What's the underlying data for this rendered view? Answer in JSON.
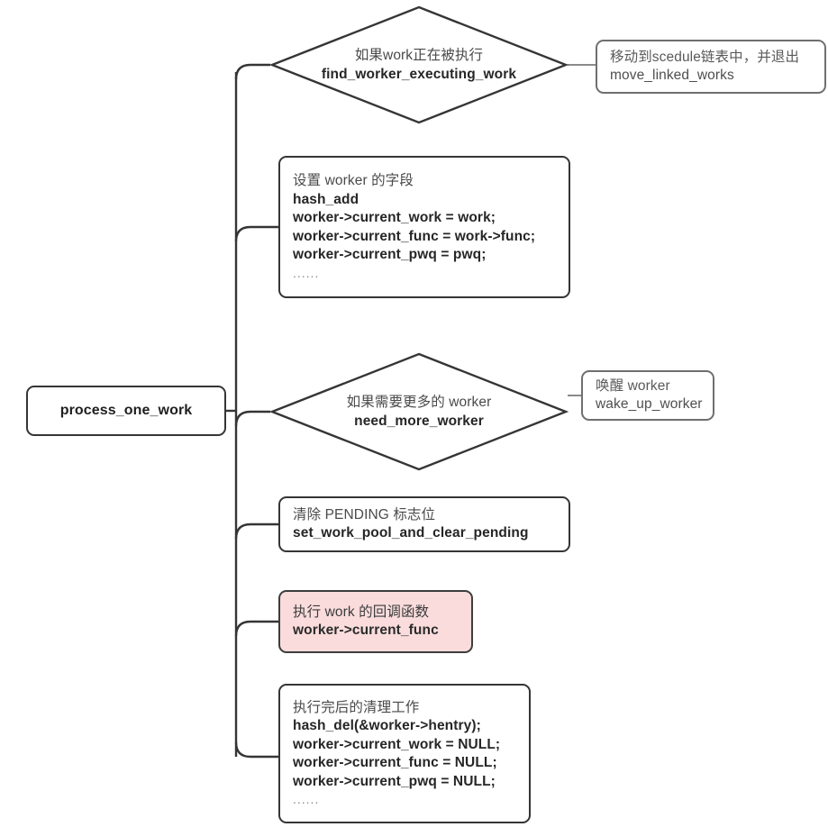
{
  "diagram": {
    "title": "process_one_work flow",
    "colors": {
      "stroke_dark": "#353535",
      "stroke_light": "#6f6f6f",
      "highlight_fill": "#fadcdc",
      "text_dark": "#262626",
      "text_muted": "#4a4a4a",
      "background": "#ffffff"
    },
    "root": {
      "label": "process_one_work"
    },
    "nodes": {
      "decision_executing": {
        "shape": "diamond",
        "line1": "如果work正在被执行",
        "line2": "find_worker_executing_work"
      },
      "move_linked_works": {
        "shape": "rounded-rect",
        "line1": "移动到scedule链表中，并退出",
        "line2": "move_linked_works"
      },
      "set_worker_fields": {
        "shape": "rounded-rect",
        "line1": "设置 worker 的字段",
        "line2": "hash_add",
        "line3": "worker->current_work = work;",
        "line4": "worker->current_func = work->func;",
        "line5": "worker->current_pwq = pwq;",
        "line6": "......"
      },
      "decision_need_more_worker": {
        "shape": "diamond",
        "line1": "如果需要更多的 worker",
        "line2": "need_more_worker"
      },
      "wake_up_worker": {
        "shape": "rounded-rect",
        "line1": "唤醒 worker",
        "line2": "wake_up_worker"
      },
      "clear_pending": {
        "shape": "rounded-rect",
        "line1": "清除 PENDING 标志位",
        "line2": "set_work_pool_and_clear_pending"
      },
      "run_callback": {
        "shape": "rounded-rect",
        "highlighted": true,
        "line1": "执行 work 的回调函数",
        "line2": "worker->current_func"
      },
      "cleanup": {
        "shape": "rounded-rect",
        "line1": "执行完后的清理工作",
        "line2": "hash_del(&worker->hentry);",
        "line3": "worker->current_work = NULL;",
        "line4": "worker->current_func = NULL;",
        "line5": "worker->current_pwq = NULL;",
        "line6": "......"
      }
    }
  }
}
